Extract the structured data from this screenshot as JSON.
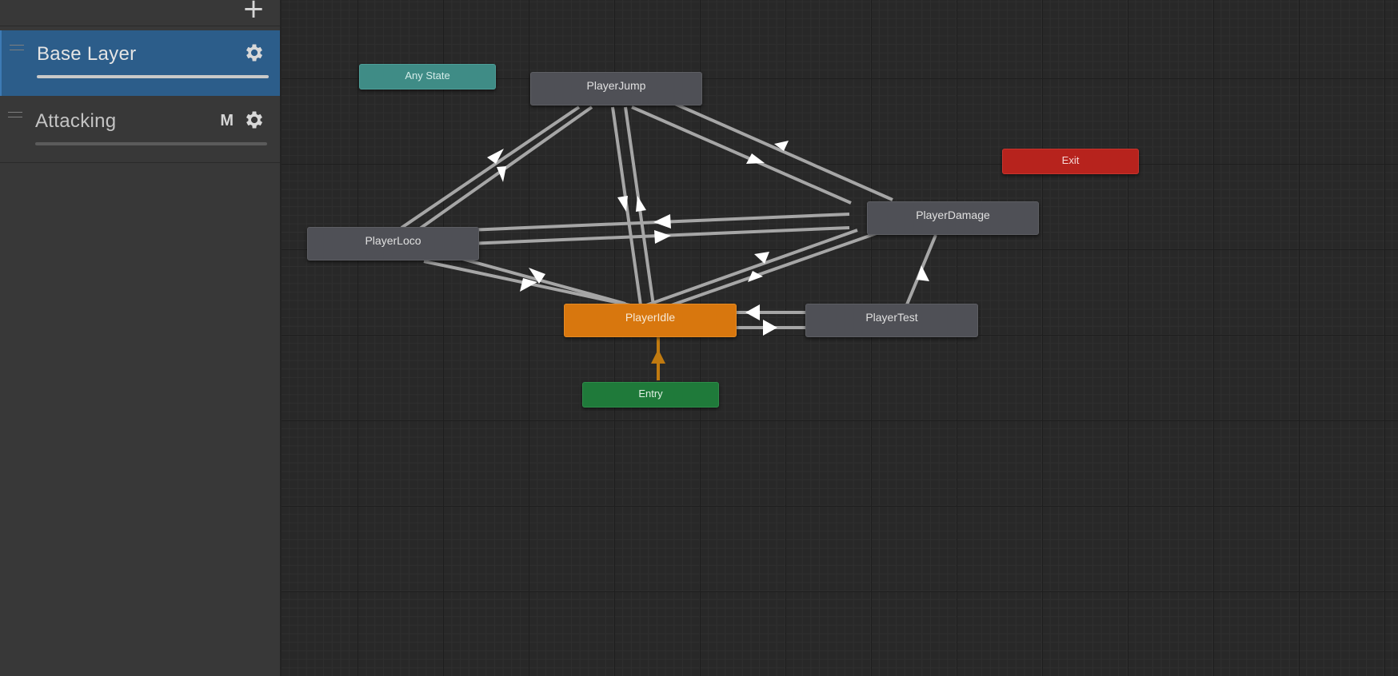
{
  "layers_panel": {
    "add_label": "+",
    "layers": [
      {
        "name": "Base Layer",
        "badge": "",
        "selected": true
      },
      {
        "name": "Attacking",
        "badge": "M",
        "selected": false
      }
    ]
  },
  "graph": {
    "states": {
      "any_state": "Any State",
      "player_jump": "PlayerJump",
      "exit": "Exit",
      "player_loco": "PlayerLoco",
      "player_damage": "PlayerDamage",
      "player_idle": "PlayerIdle",
      "player_test": "PlayerTest",
      "entry": "Entry"
    },
    "colors": {
      "default_state": "#d8770e",
      "normal_state": "#4f5056",
      "any_state": "#3f8c86",
      "entry": "#1f7a3a",
      "exit": "#b7231d",
      "selected_layer": "#2c5d8a",
      "transition": "#a6a6a6",
      "default_transition": "#c07a10"
    }
  }
}
